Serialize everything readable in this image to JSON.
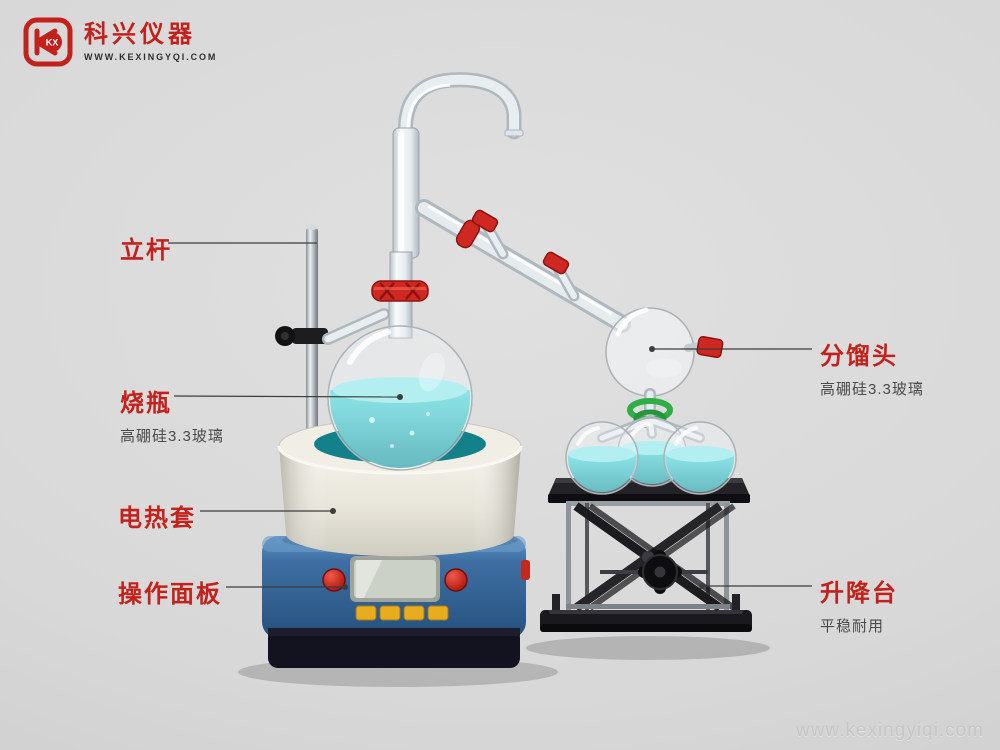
{
  "page": {
    "watermark": "www.kexingyiqi.com",
    "background_color": "#d8d8d8"
  },
  "logo": {
    "monogram": "KX",
    "brand": "科兴仪器",
    "website": "WWW.KEXINGYQI.COM"
  },
  "callouts": {
    "support_rod": {
      "title": "立杆"
    },
    "flask": {
      "title": "烧瓶",
      "subtitle": "高硼硅3.3玻璃"
    },
    "heating_mantle": {
      "title": "电热套"
    },
    "control_panel": {
      "title": "操作面板"
    },
    "fractionating_head": {
      "title": "分馏头",
      "subtitle": "高硼硅3.3玻璃"
    },
    "lifting_platform": {
      "title": "升降台",
      "subtitle": "平稳耐用"
    }
  },
  "colors": {
    "label_red": "#c3211c",
    "clamp_red": "#cf2721",
    "clamp_green": "#2fae46",
    "liquid_teal": "#35c4c9",
    "base_blue": "#3a6b9e",
    "mantle_cream": "#ebe8df"
  }
}
